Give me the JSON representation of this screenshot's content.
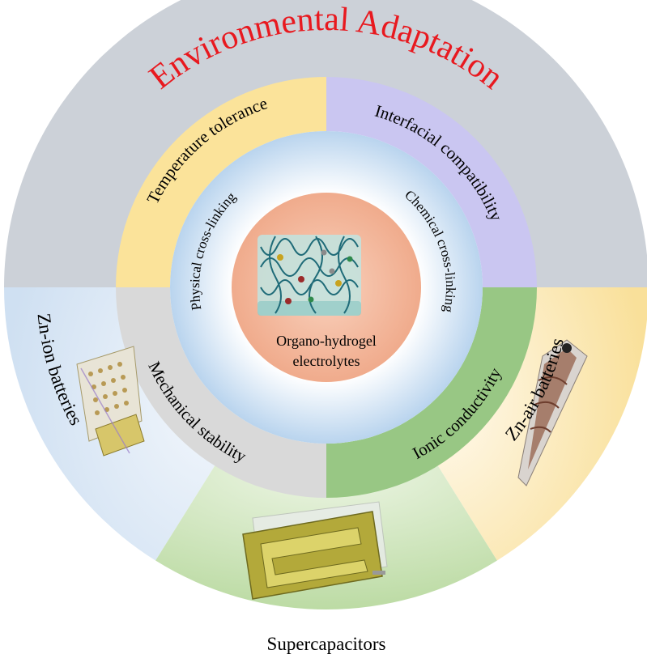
{
  "title": "Environmental Adaptation",
  "center": {
    "line1": "Organo-hydrogel",
    "line2": "electrolytes"
  },
  "inner_ring": {
    "left": "Physical cross-linking",
    "right": "Chemical cross-linking"
  },
  "middle_ring": {
    "temperature": "Temperature tolerance",
    "interfacial": "Interfacial compatibility",
    "ionic": "Ionic conductivity",
    "mechanical": "Mechanical stability"
  },
  "outer_ring": {
    "zn_ion": "Zn-ion batteries",
    "zn_air": "Zn-air batteries",
    "supercap": "Supercapacitors"
  },
  "colors": {
    "title": "#e8191f",
    "outer_top": "#ccd1d8",
    "zn_ion": "#dce8f5",
    "zn_air": "#fbe7a8",
    "supercap": "#cde3b8",
    "temperature": "#fbe39a",
    "interfacial": "#cac6f1",
    "ionic": "#98c784",
    "mechanical": "#d9d9d9",
    "inner_ring": "#cfe2f2",
    "center": "#f3b9a0"
  }
}
